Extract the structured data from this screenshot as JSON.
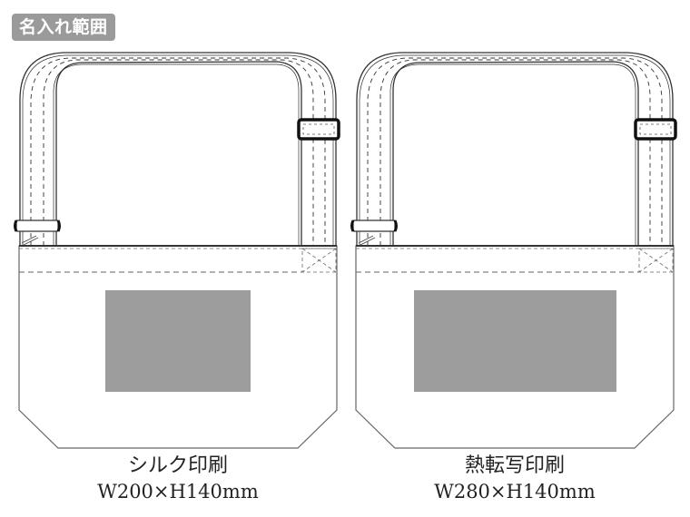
{
  "header": {
    "badge_label": "名入れ範囲",
    "badge_color": "#9a9a9a"
  },
  "bags": [
    {
      "method": "シルク印刷",
      "size": "W200×H140mm",
      "print_area": {
        "width_mm": 200,
        "height_mm": 140,
        "color": "#9c9d9c"
      }
    },
    {
      "method": "熱転写印刷",
      "size": "W280×H140mm",
      "print_area": {
        "width_mm": 280,
        "height_mm": 140,
        "color": "#9c9d9c"
      }
    }
  ],
  "colors": {
    "line": "#555555",
    "buckle": "#111111",
    "print_area": "#9c9d9c"
  }
}
